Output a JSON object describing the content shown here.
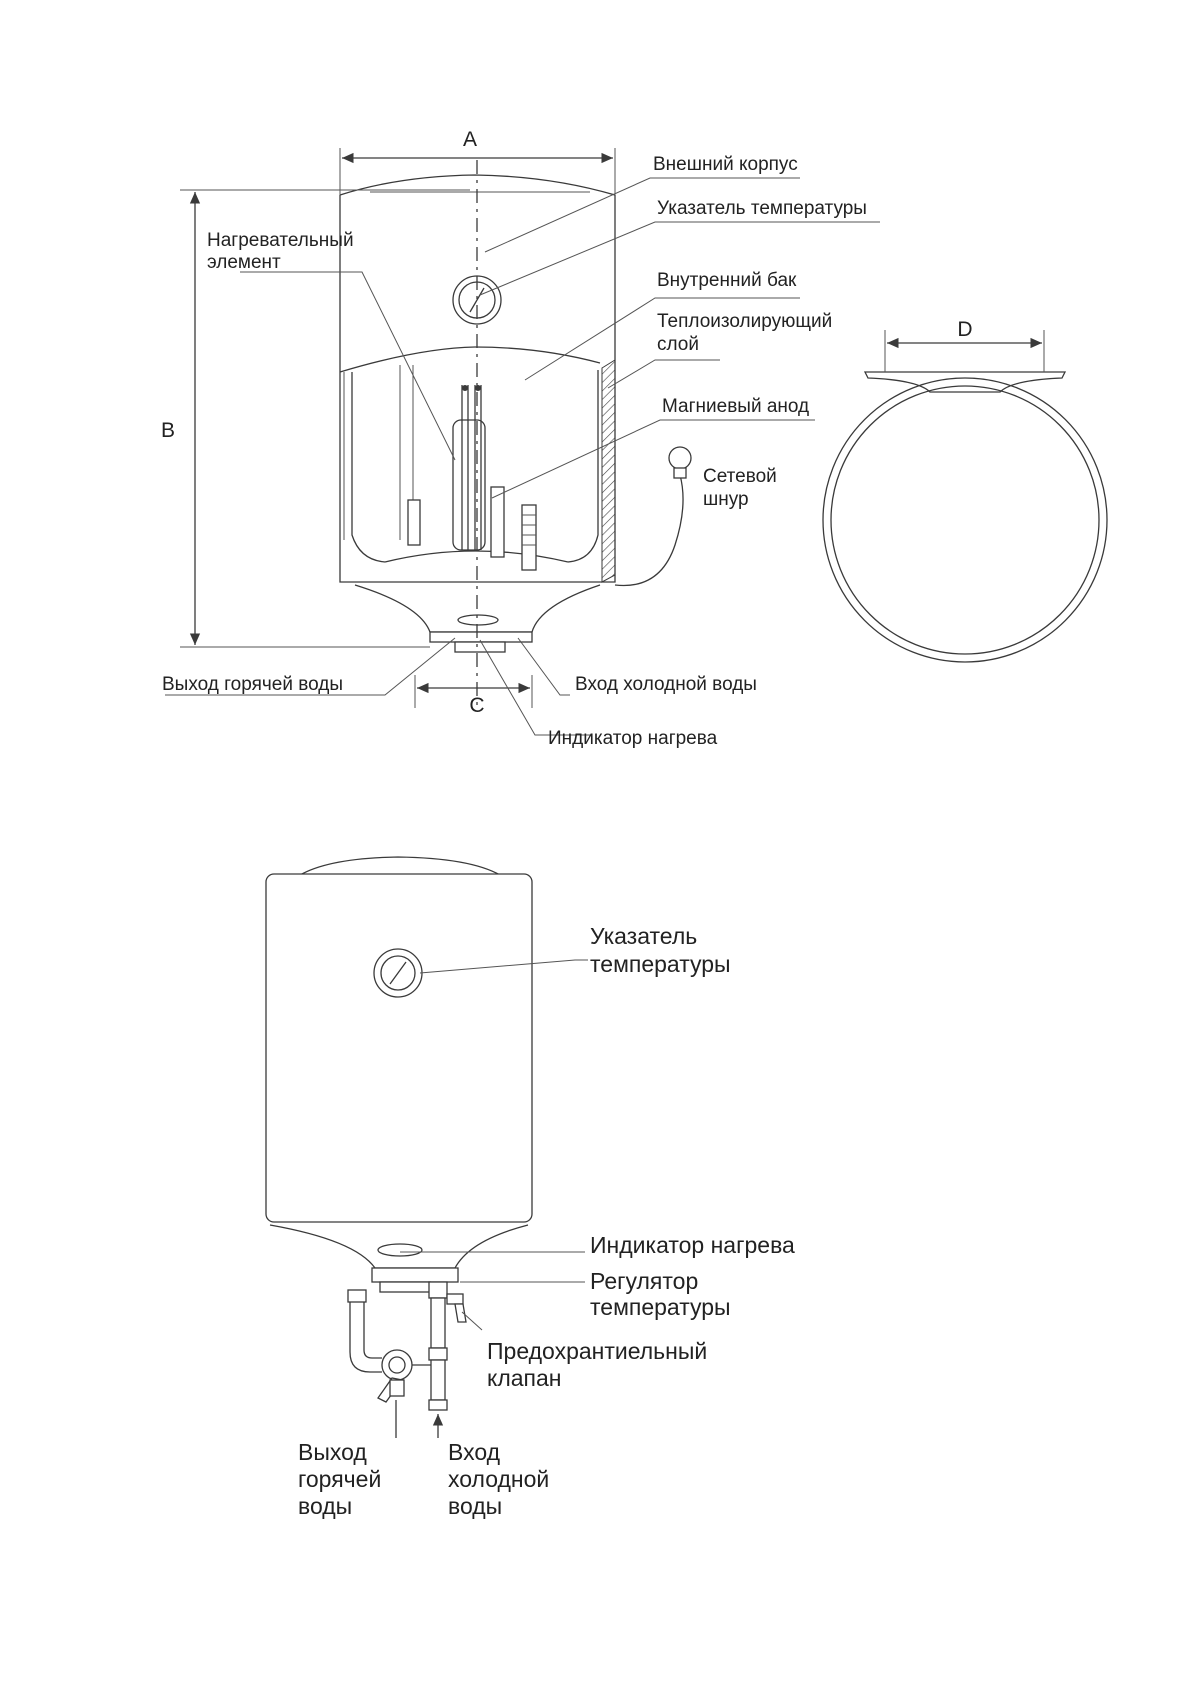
{
  "top_view": {
    "dimensions": {
      "a": "A",
      "b": "B",
      "c": "C",
      "d": "D"
    },
    "labels": {
      "outer_casing": "Внешний корпус",
      "temp_indicator": "Указатель температуры",
      "heating_element_1": "Нагревательный",
      "heating_element_2": "элемент",
      "inner_tank": "Внутренний бак",
      "insulation_1": "Теплоизолирующий",
      "insulation_2": "слой",
      "magnesium_anode": "Магниевый анод",
      "power_cord_1": "Сетевой",
      "power_cord_2": "шнур",
      "hot_water_outlet": "Выход горячей воды",
      "cold_water_inlet": "Вход холодной воды",
      "heating_indicator": "Индикатор нагрева"
    }
  },
  "bottom_view": {
    "labels": {
      "temp_indicator_1": "Указатель",
      "temp_indicator_2": "температуры",
      "heating_indicator": "Индикатор нагрева",
      "temp_regulator_1": "Регулятор",
      "temp_regulator_2": "температуры",
      "safety_valve_1": "Предохрантиельный",
      "safety_valve_2": "клапан",
      "hot_out_1": "Выход",
      "hot_out_2": "горячей",
      "hot_out_3": "воды",
      "cold_in_1": "Вход",
      "cold_in_2": "холодной",
      "cold_in_3": "воды"
    }
  }
}
